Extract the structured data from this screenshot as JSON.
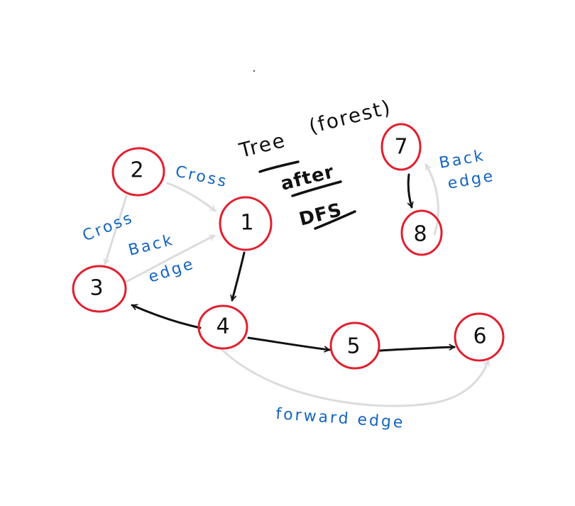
{
  "colors": {
    "node": "#e0202f",
    "ink": "#111111",
    "label": "#1565c0",
    "light_edge": "#dcdcdc"
  },
  "title": {
    "line1": "Tree",
    "paren": "(forest)",
    "line2": "after",
    "line3": "DFS"
  },
  "nodes": [
    {
      "id": "2",
      "label": "2"
    },
    {
      "id": "1",
      "label": "1"
    },
    {
      "id": "3",
      "label": "3"
    },
    {
      "id": "4",
      "label": "4"
    },
    {
      "id": "5",
      "label": "5"
    },
    {
      "id": "6",
      "label": "6"
    },
    {
      "id": "7",
      "label": "7"
    },
    {
      "id": "8",
      "label": "8"
    }
  ],
  "tree_edges": [
    {
      "from": "1",
      "to": "4"
    },
    {
      "from": "4",
      "to": "3"
    },
    {
      "from": "4",
      "to": "5"
    },
    {
      "from": "5",
      "to": "6"
    },
    {
      "from": "7",
      "to": "8"
    }
  ],
  "non_tree_edges": [
    {
      "from": "2",
      "to": "1",
      "kind": "cross"
    },
    {
      "from": "2",
      "to": "3",
      "kind": "cross"
    },
    {
      "from": "3",
      "to": "1",
      "kind": "back"
    },
    {
      "from": "4",
      "to": "6",
      "kind": "forward"
    },
    {
      "from": "8",
      "to": "7",
      "kind": "back"
    }
  ],
  "edge_labels": {
    "cross_top": "Cross",
    "cross_left": "Cross",
    "back_left_1": "Back",
    "back_left_2": "edge",
    "back_right_1": "Back",
    "back_right_2": "edge",
    "forward": "forward edge"
  }
}
